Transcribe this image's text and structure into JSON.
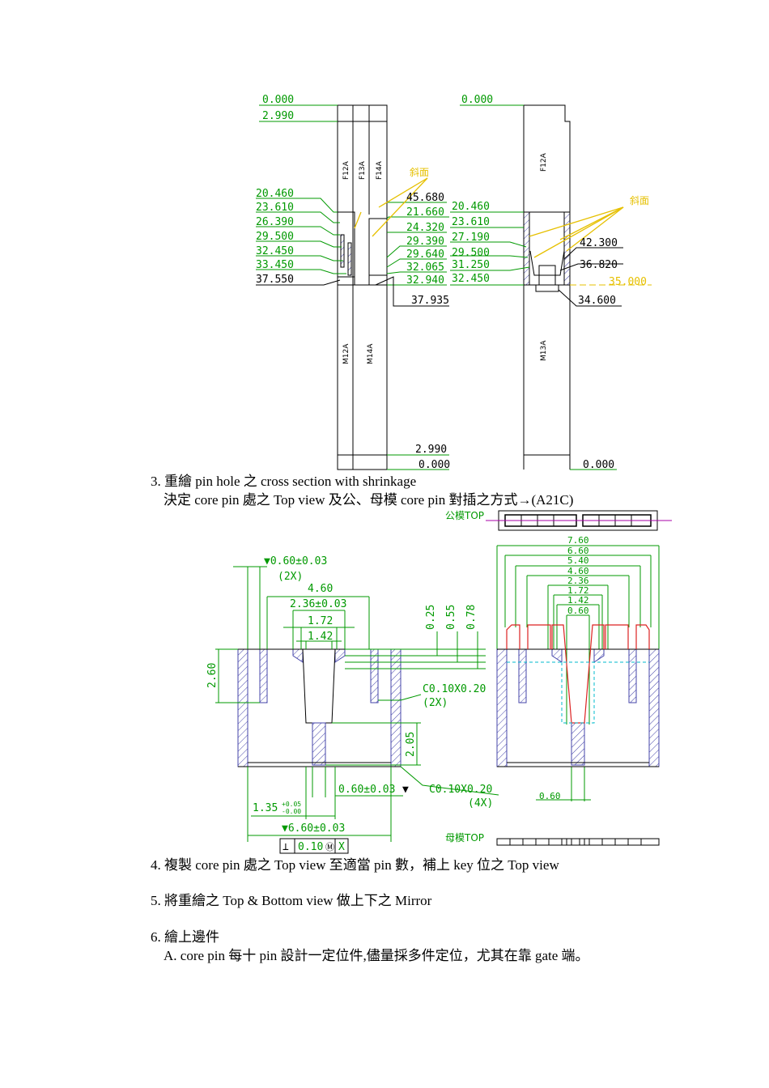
{
  "fig1": {
    "left": {
      "top_values": [
        "0.000",
        "2.990"
      ],
      "mid_values": [
        "20.460",
        "23.610",
        "26.390",
        "29.500",
        "32.450",
        "33.450",
        "37.550"
      ],
      "right_values": [
        "45.680",
        "21.660",
        "24.320",
        "29.390",
        "29.640",
        "32.065",
        "32.940"
      ],
      "bottom_callout": "37.935",
      "bottom_values": [
        "2.990",
        "0.000"
      ],
      "part_labels": [
        "F12A",
        "F13A",
        "F14A",
        "M12A",
        "M14A"
      ],
      "slant_label": "斜面"
    },
    "right": {
      "top_values": [
        "0.000"
      ],
      "left_values": [
        "20.460",
        "23.610",
        "27.190",
        "29.500",
        "31.250",
        "32.450"
      ],
      "right_values": [
        "42.300",
        "36.820"
      ],
      "highlight_value": "35.000",
      "bottom_callout": "34.600",
      "bottom_values": [
        "0.000"
      ],
      "part_labels": [
        "F12A",
        "M13A"
      ],
      "slant_label": "斜面"
    }
  },
  "steps": {
    "step3_line1": "3. 重繪 pin hole 之 cross section with shrinkage",
    "step3_line2": "決定 core pin 處之 Top view 及公、母模 core pin 對插之方式→(A21C)",
    "step4": "4. 複製 core pin 處之 Top view 至適當 pin 數，補上 key 位之 Top view",
    "step5": "5. 將重繪之 Top & Bottom view 做上下之 Mirror",
    "step6": "6. 繪上邊件",
    "step6a": "A. core pin 每十 pin 設計一定位件,儘量採多件定位，尤其在靠 gate 端。"
  },
  "fig2": {
    "left": {
      "dim_top": "▼0.60±0.03",
      "dim_top_note": "(2X)",
      "dim_460": "4.60",
      "dim_236": "2.36±0.03",
      "dim_172": "1.72",
      "dim_142": "1.42",
      "dim_260": "2.60",
      "dim_025": "0.25",
      "dim_055": "0.55",
      "dim_078": "0.78",
      "chamfer_a": "C0.10X0.20",
      "chamfer_a_note": "(2X)",
      "dim_205": "2.05",
      "dim_060b": "0.60±0.03",
      "dim_060b_mark": "▼",
      "chamfer_b": "C0.10X0.20",
      "chamfer_b_note": "(4X)",
      "dim_135": "1.35",
      "dim_135_tol_plus": "+0.05",
      "dim_135_tol_minus": "-0.00",
      "dim_660": "▼6.60±0.03",
      "gdt_symbol": "⊥",
      "gdt_value": "0.10",
      "gdt_modifier": "Ⓜ",
      "gdt_datum": "X"
    },
    "right": {
      "top_label": "公模TOP",
      "bottom_label": "母模TOP",
      "widths": [
        "7.60",
        "6.60",
        "5.40",
        "4.60",
        "2.36",
        "1.72",
        "1.42",
        "0.60"
      ],
      "dim_bottom": "0.60"
    }
  },
  "colors": {
    "dimension": "#009900",
    "highlight": "#e6c000",
    "core_pin": "#dd2222",
    "datum": "#aa00aa",
    "hatch": "#4444aa"
  }
}
